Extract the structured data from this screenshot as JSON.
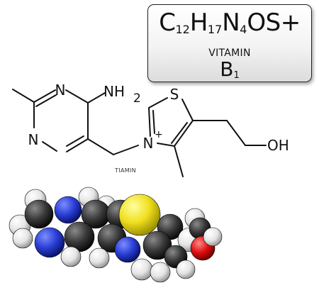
{
  "formula": {
    "segments": [
      {
        "text": "C"
      },
      {
        "text": "12",
        "sub": true
      },
      {
        "text": "H"
      },
      {
        "text": "17",
        "sub": true
      },
      {
        "text": "N"
      },
      {
        "text": "4",
        "sub": true
      },
      {
        "text": "OS+"
      }
    ],
    "vitamin_label": "VITAMIN",
    "b_letter": "B",
    "b_subscript": "1"
  },
  "structure": {
    "atom_labels": {
      "n_ring_top": "N",
      "n_ring_bottom": "N",
      "amino": "NH",
      "amino_sub": "2",
      "sulfur": "S",
      "n_thiazolium": "N",
      "charge": "+",
      "hydroxyl": "OH"
    },
    "caption": "TIAMIN"
  },
  "colors": {
    "carbon": "#3a3a3a",
    "hydrogen": "#f2f2f2",
    "nitrogen": "#2a3fd6",
    "sulfur": "#f0e020",
    "oxygen": "#e01010"
  }
}
